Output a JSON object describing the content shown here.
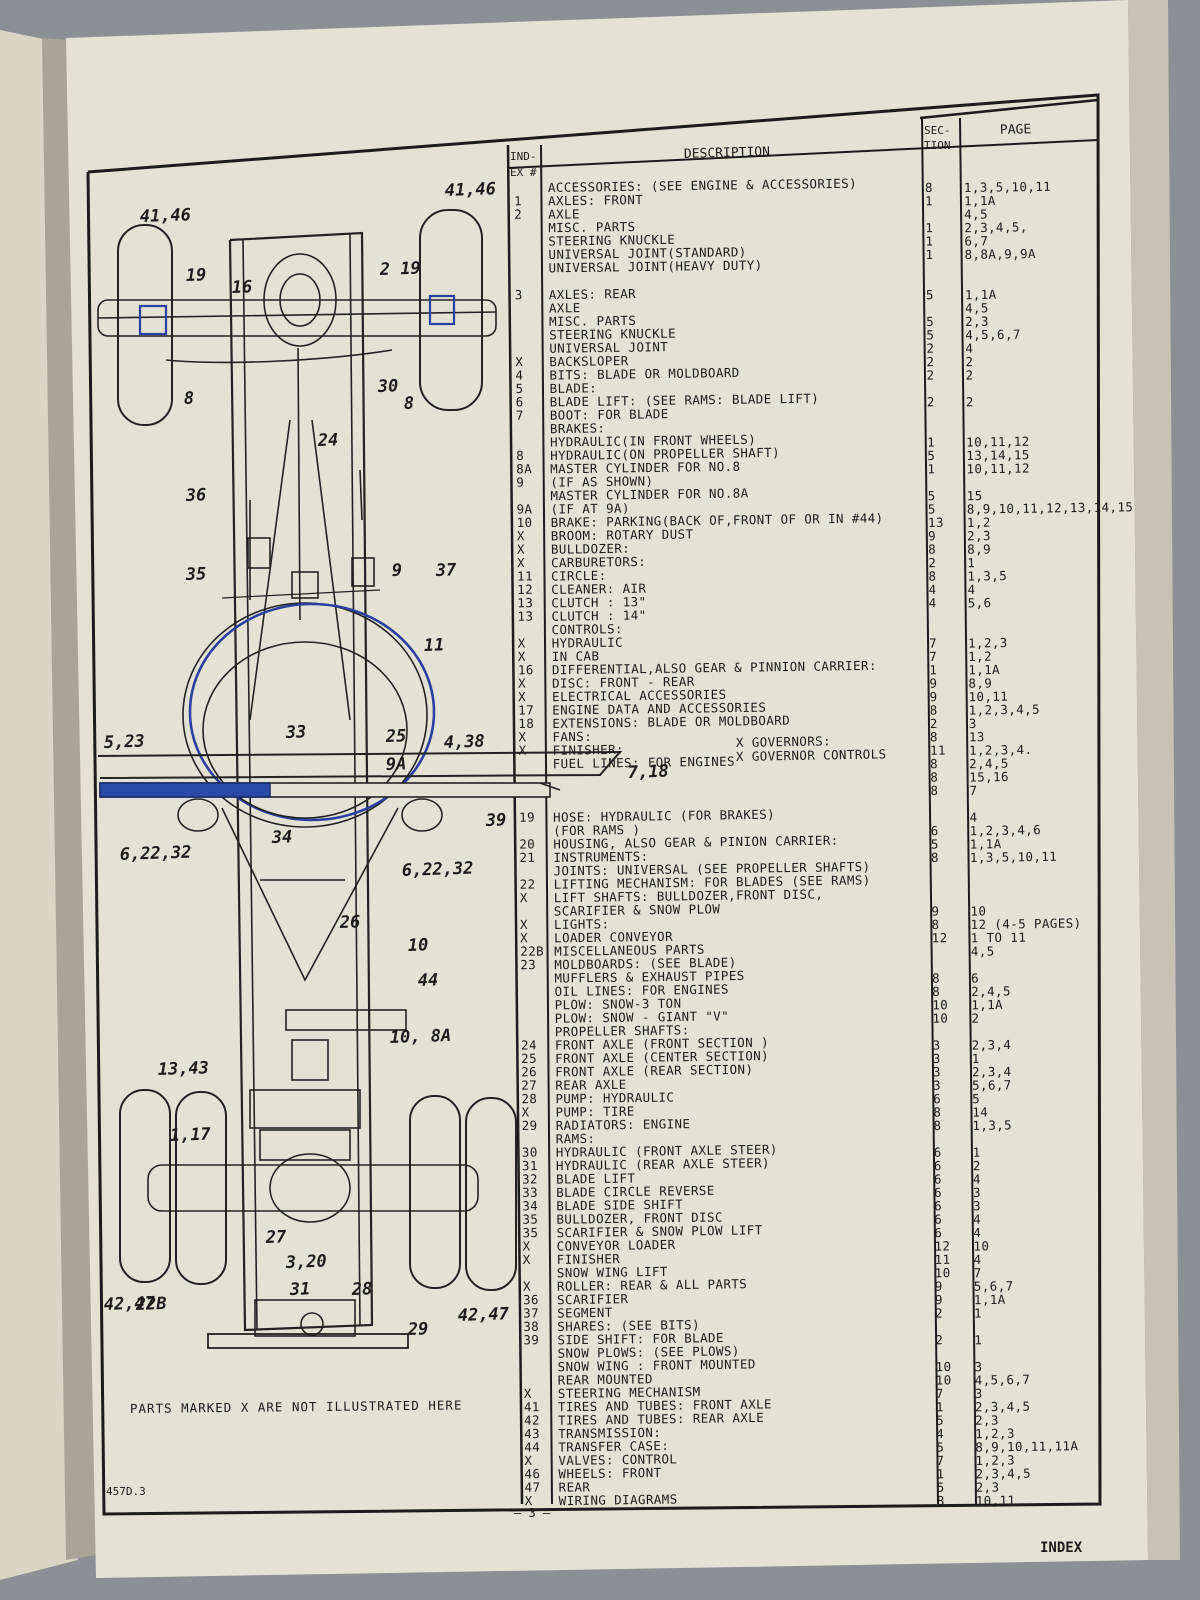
{
  "document_title": "INDEX",
  "doc_number": "457D.3",
  "page_number": "— 3 —",
  "note": "PARTS MARKED  X  ARE NOT ILLUSTRATED HERE",
  "columns": {
    "index_top": "IND-",
    "index_bottom": "EX #",
    "description": "DESCRIPTION",
    "section_top": "SEC-",
    "section_bottom": "TION",
    "page": "PAGE"
  },
  "diagram_labels": [
    "41,46",
    "41,46",
    "19",
    "2 19",
    "16",
    "8",
    "30",
    "8",
    "24",
    "36",
    "35",
    "9",
    "37",
    "11",
    "33",
    "25",
    "5,23",
    "4,38",
    "9A",
    "7,18",
    "39",
    "34",
    "6,22,32",
    "6,22,32",
    "26",
    "10",
    "44",
    "10, 8A",
    "13,43",
    "1,17",
    "27",
    "3,20",
    "31",
    "28",
    "29",
    "22B",
    "42,47",
    "42,47"
  ],
  "inline_labels": {
    "governors": "X  GOVERNORS:",
    "governor_controls": "X  GOVERNOR CONTROLS"
  },
  "rows": [
    {
      "idx": "",
      "desc": "ACCESSORIES: (SEE ENGINE & ACCESSORIES)",
      "sec": "8",
      "page": "1,3,5,10,11"
    },
    {
      "idx": "1",
      "desc": "AXLES: FRONT",
      "sec": "1",
      "page": "1,1A"
    },
    {
      "idx": "2",
      "desc": "              AXLE",
      "sec": "",
      "page": "4,5"
    },
    {
      "idx": "",
      "desc": "              MISC. PARTS",
      "sec": "1",
      "page": "2,3,4,5,"
    },
    {
      "idx": "",
      "desc": "              STEERING KNUCKLE",
      "sec": "1",
      "page": "6,7"
    },
    {
      "idx": "",
      "desc": "              UNIVERSAL JOINT(STANDARD)",
      "sec": "1",
      "page": "8,8A,9,9A"
    },
    {
      "idx": "",
      "desc": "              UNIVERSAL JOINT(HEAVY DUTY)",
      "sec": "",
      "page": ""
    },
    {
      "idx": "",
      "desc": "",
      "sec": "",
      "page": ""
    },
    {
      "idx": "3",
      "desc": "AXLES: REAR",
      "sec": "5",
      "page": "1,1A"
    },
    {
      "idx": "",
      "desc": "              AXLE",
      "sec": "",
      "page": "4,5"
    },
    {
      "idx": "",
      "desc": "              MISC. PARTS",
      "sec": "5",
      "page": "2,3"
    },
    {
      "idx": "",
      "desc": "              STEERING KNUCKLE",
      "sec": "5",
      "page": "4,5,6,7"
    },
    {
      "idx": "",
      "desc": "              UNIVERSAL JOINT",
      "sec": "2",
      "page": "4"
    },
    {
      "idx": "X",
      "desc": "BACKSLOPER",
      "sec": "2",
      "page": "2"
    },
    {
      "idx": "4",
      "desc": "BITS:  BLADE OR MOLDBOARD",
      "sec": "2",
      "page": "2"
    },
    {
      "idx": "5",
      "desc": "BLADE:",
      "sec": "",
      "page": ""
    },
    {
      "idx": "6",
      "desc": "BLADE LIFT: (SEE RAMS: BLADE LIFT)",
      "sec": "2",
      "page": "2"
    },
    {
      "idx": "7",
      "desc": "BOOT:  FOR BLADE",
      "sec": "",
      "page": ""
    },
    {
      "idx": "",
      "desc": "BRAKES:",
      "sec": "",
      "page": ""
    },
    {
      "idx": "",
      "desc": "              HYDRAULIC(IN FRONT WHEELS)",
      "sec": "1",
      "page": "10,11,12"
    },
    {
      "idx": "8",
      "desc": "              HYDRAULIC(ON PROPELLER SHAFT)",
      "sec": "5",
      "page": "13,14,15"
    },
    {
      "idx": "8A",
      "desc": "              MASTER CYLINDER FOR NO.8",
      "sec": "1",
      "page": "10,11,12"
    },
    {
      "idx": "9",
      "desc": "              (IF AS SHOWN)",
      "sec": "",
      "page": ""
    },
    {
      "idx": "",
      "desc": "              MASTER CYLINDER FOR NO.8A",
      "sec": "5",
      "page": "15"
    },
    {
      "idx": "9A",
      "desc": "              (IF AT 9A)",
      "sec": "5",
      "page": "8,9,10,11,12,13,14,15"
    },
    {
      "idx": "10",
      "desc": "BRAKE: PARKING(BACK OF,FRONT OF OR IN #44)",
      "sec": "13",
      "page": "1,2"
    },
    {
      "idx": "X",
      "desc": "BROOM: ROTARY DUST",
      "sec": "9",
      "page": "2,3"
    },
    {
      "idx": "X",
      "desc": "BULLDOZER:",
      "sec": "8",
      "page": "8,9"
    },
    {
      "idx": "X",
      "desc": "CARBURETORS:",
      "sec": "2",
      "page": "1"
    },
    {
      "idx": "11",
      "desc": "CIRCLE:",
      "sec": "8",
      "page": "1,3,5"
    },
    {
      "idx": "12",
      "desc": "CLEANER: AIR",
      "sec": "4",
      "page": "4"
    },
    {
      "idx": "13",
      "desc": "CLUTCH : 13\"",
      "sec": "4",
      "page": "5,6"
    },
    {
      "idx": "13",
      "desc": "CLUTCH : 14\"",
      "sec": "",
      "page": ""
    },
    {
      "idx": "",
      "desc": "CONTROLS:",
      "sec": "",
      "page": ""
    },
    {
      "idx": "X",
      "desc": "              HYDRAULIC",
      "sec": "7",
      "page": "1,2,3"
    },
    {
      "idx": "X",
      "desc": "              IN CAB",
      "sec": "7",
      "page": "1,2"
    },
    {
      "idx": "16",
      "desc": "DIFFERENTIAL,ALSO GEAR & PINNION CARRIER:",
      "sec": "1",
      "page": "1,1A"
    },
    {
      "idx": "X",
      "desc": "DISC: FRONT  -  REAR",
      "sec": "9",
      "page": "8,9"
    },
    {
      "idx": "X",
      "desc": "ELECTRICAL ACCESSORIES",
      "sec": "9",
      "page": "10,11"
    },
    {
      "idx": "17",
      "desc": "ENGINE DATA AND ACCESSORIES",
      "sec": "8",
      "page": "1,2,3,4,5"
    },
    {
      "idx": "18",
      "desc": "EXTENSIONS: BLADE OR MOLDBOARD",
      "sec": "2",
      "page": "3"
    },
    {
      "idx": "X",
      "desc": "FANS:",
      "sec": "8",
      "page": "13"
    },
    {
      "idx": "X",
      "desc": "FINISHER:",
      "sec": "11",
      "page": "1,2,3,4."
    },
    {
      "idx": "",
      "desc": "FUEL LINES: FOR ENGINES",
      "sec": "8",
      "page": "2,4,5"
    },
    {
      "idx": "",
      "desc": "",
      "sec": "8",
      "page": "15,16"
    },
    {
      "idx": "",
      "desc": "",
      "sec": "8",
      "page": "7"
    },
    {
      "idx": "",
      "desc": "",
      "sec": "",
      "page": ""
    },
    {
      "idx": "19",
      "desc": "HOSE: HYDRAULIC (FOR BRAKES)",
      "sec": "",
      "page": "4"
    },
    {
      "idx": "",
      "desc": "                (FOR RAMS  )",
      "sec": "6",
      "page": "1,2,3,4,6"
    },
    {
      "idx": "20",
      "desc": "HOUSING, ALSO GEAR & PINION CARRIER:",
      "sec": "5",
      "page": "1,1A"
    },
    {
      "idx": "21",
      "desc": "INSTRUMENTS:",
      "sec": "8",
      "page": "1,3,5,10,11"
    },
    {
      "idx": "",
      "desc": "JOINTS: UNIVERSAL (SEE PROPELLER SHAFTS)",
      "sec": "",
      "page": ""
    },
    {
      "idx": "22",
      "desc": "LIFTING MECHANISM: FOR BLADES (SEE RAMS)",
      "sec": "",
      "page": ""
    },
    {
      "idx": "X",
      "desc": "LIFT SHAFTS: BULLDOZER,FRONT DISC,",
      "sec": "",
      "page": ""
    },
    {
      "idx": "",
      "desc": "             SCARIFIER & SNOW PLOW",
      "sec": "9",
      "page": "10"
    },
    {
      "idx": "X",
      "desc": "LIGHTS:",
      "sec": "8",
      "page": "12 (4-5 PAGES)"
    },
    {
      "idx": "X",
      "desc": "LOADER CONVEYOR",
      "sec": "12",
      "page": "1 TO 11"
    },
    {
      "idx": "22B",
      "desc": "MISCELLANEOUS PARTS",
      "sec": "",
      "page": "4,5"
    },
    {
      "idx": "23",
      "desc": "MOLDBOARDS: (SEE BLADE)",
      "sec": "",
      "page": ""
    },
    {
      "idx": "",
      "desc": "MUFFLERS & EXHAUST PIPES",
      "sec": "8",
      "page": "6"
    },
    {
      "idx": "",
      "desc": "OIL LINES: FOR ENGINES",
      "sec": "8",
      "page": "2,4,5"
    },
    {
      "idx": "",
      "desc": "PLOW: SNOW-3 TON",
      "sec": "10",
      "page": "1,1A"
    },
    {
      "idx": "",
      "desc": "PLOW: SNOW - GIANT \"V\"",
      "sec": "10",
      "page": "2"
    },
    {
      "idx": "",
      "desc": "PROPELLER SHAFTS:",
      "sec": "",
      "page": ""
    },
    {
      "idx": "24",
      "desc": "              FRONT AXLE (FRONT SECTION )",
      "sec": "3",
      "page": "2,3,4"
    },
    {
      "idx": "25",
      "desc": "              FRONT AXLE (CENTER SECTION)",
      "sec": "3",
      "page": "1"
    },
    {
      "idx": "26",
      "desc": "              FRONT AXLE (REAR   SECTION)",
      "sec": "3",
      "page": "2,3,4"
    },
    {
      "idx": "27",
      "desc": "              REAR  AXLE",
      "sec": "3",
      "page": "5,6,7"
    },
    {
      "idx": "28",
      "desc": "PUMP: HYDRAULIC",
      "sec": "6",
      "page": "5"
    },
    {
      "idx": "X",
      "desc": "PUMP: TIRE",
      "sec": "8",
      "page": "14"
    },
    {
      "idx": "29",
      "desc": "RADIATORS: ENGINE",
      "sec": "8",
      "page": "1,3,5"
    },
    {
      "idx": "",
      "desc": "RAMS:",
      "sec": "",
      "page": ""
    },
    {
      "idx": "30",
      "desc": "              HYDRAULIC (FRONT AXLE STEER)",
      "sec": "6",
      "page": "1"
    },
    {
      "idx": "31",
      "desc": "              HYDRAULIC (REAR  AXLE STEER)",
      "sec": "6",
      "page": "2"
    },
    {
      "idx": "32",
      "desc": "              BLADE LIFT",
      "sec": "6",
      "page": "4"
    },
    {
      "idx": "33",
      "desc": "              BLADE CIRCLE REVERSE",
      "sec": "6",
      "page": "3"
    },
    {
      "idx": "34",
      "desc": "              BLADE SIDE SHIFT",
      "sec": "6",
      "page": "3"
    },
    {
      "idx": "35",
      "desc": "              BULLDOZER, FRONT DISC",
      "sec": "6",
      "page": "4"
    },
    {
      "idx": "35",
      "desc": "              SCARIFIER & SNOW PLOW LIFT",
      "sec": "6",
      "page": "4"
    },
    {
      "idx": "X",
      "desc": "              CONVEYOR LOADER",
      "sec": "12",
      "page": "10"
    },
    {
      "idx": "X",
      "desc": "              FINISHER",
      "sec": "11",
      "page": "4"
    },
    {
      "idx": "",
      "desc": "              SNOW WING LIFT",
      "sec": "10",
      "page": "7"
    },
    {
      "idx": "X",
      "desc": "ROLLER: REAR & ALL PARTS",
      "sec": "9",
      "page": "5,6,7"
    },
    {
      "idx": "36",
      "desc": "SCARIFIER",
      "sec": "9",
      "page": "1,1A"
    },
    {
      "idx": "37",
      "desc": "SEGMENT",
      "sec": "2",
      "page": "1"
    },
    {
      "idx": "38",
      "desc": "SHARES:     (SEE BITS)",
      "sec": "",
      "page": ""
    },
    {
      "idx": "39",
      "desc": "SIDE SHIFT: FOR BLADE",
      "sec": "2",
      "page": "1"
    },
    {
      "idx": "",
      "desc": "SNOW PLOWS: (SEE PLOWS)",
      "sec": "",
      "page": ""
    },
    {
      "idx": "",
      "desc": "SNOW WING : FRONT MOUNTED",
      "sec": "10",
      "page": "3"
    },
    {
      "idx": "",
      "desc": "            REAR  MOUNTED",
      "sec": "10",
      "page": "4,5,6,7"
    },
    {
      "idx": "X",
      "desc": "STEERING MECHANISM",
      "sec": "7",
      "page": "3"
    },
    {
      "idx": "41",
      "desc": "TIRES AND TUBES: FRONT AXLE",
      "sec": "1",
      "page": "2,3,4,5"
    },
    {
      "idx": "42",
      "desc": "TIRES AND TUBES: REAR  AXLE",
      "sec": "5",
      "page": "2,3"
    },
    {
      "idx": "43",
      "desc": "TRANSMISSION:",
      "sec": "4",
      "page": "1,2,3"
    },
    {
      "idx": "44",
      "desc": "TRANSFER CASE:",
      "sec": "5",
      "page": "8,9,10,11,11A"
    },
    {
      "idx": "X",
      "desc": "VALVES:      CONTROL",
      "sec": "7",
      "page": "1,2,3"
    },
    {
      "idx": "46",
      "desc": "WHEELS:      FRONT",
      "sec": "1",
      "page": "2,3,4,5"
    },
    {
      "idx": "47",
      "desc": "             REAR",
      "sec": "5",
      "page": "2,3"
    },
    {
      "idx": "X",
      "desc": "WIRING DIAGRAMS",
      "sec": "8",
      "page": "10,11"
    }
  ]
}
